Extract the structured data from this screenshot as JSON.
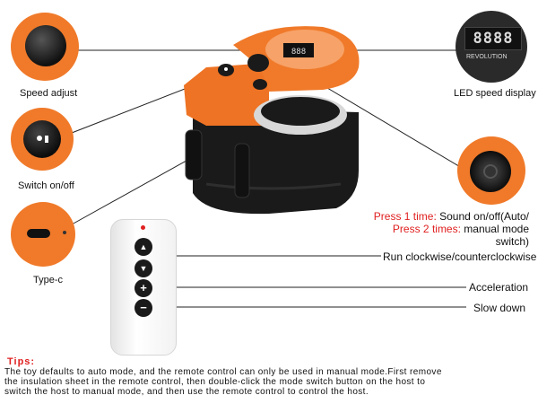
{
  "labels": {
    "speed_adjust": "Speed adjust",
    "switch_onoff": "Switch on/off",
    "type_c": "Type-c",
    "led_display": "LED speed display",
    "press1_prefix": "Press 1 time:",
    "press1_text": " Sound on/off(Auto/",
    "press2_prefix": "Press 2 times:",
    "press2_text": " manual mode switch)",
    "run": "Run clockwise/counterclockwise",
    "acceleration": "Acceleration",
    "slow_down": "Slow down"
  },
  "display": {
    "digits": "8888",
    "brand": "REVOLUTION"
  },
  "remote_buttons": [
    {
      "name": "up-arrow-button",
      "symbol": "▲"
    },
    {
      "name": "down-arrow-button",
      "symbol": "▼"
    },
    {
      "name": "plus-button",
      "symbol": "+"
    },
    {
      "name": "minus-button",
      "symbol": "−"
    }
  ],
  "tips": {
    "title": "Tips:",
    "line1": "The toy defaults to auto mode, and the remote control can only be used in manual mode.First remove",
    "line2": " the insulation sheet in the remote control, then double-click the mode switch button on the host to",
    "line3": "switch the host to manual mode, and then use the remote control to control the host."
  },
  "colors": {
    "orange": "#f07a2a",
    "black": "#1a1a1a",
    "accent_red": "#e02020"
  }
}
